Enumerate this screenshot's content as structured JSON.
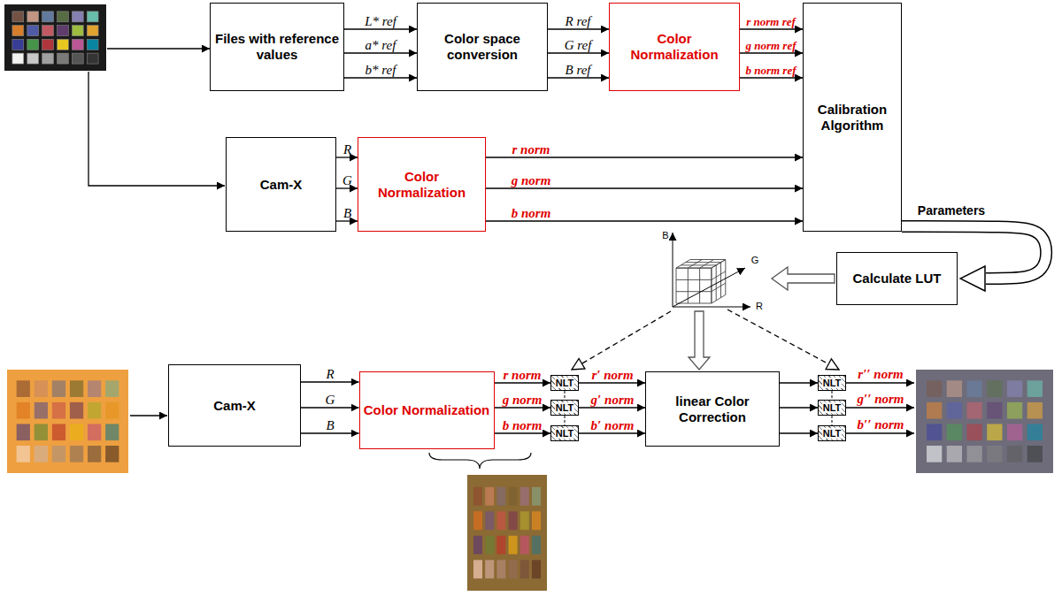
{
  "diagram": {
    "nodes": [
      {
        "text": [
          "Files with reference values"
        ]
      },
      {
        "text": [
          "Color space conversion"
        ]
      },
      {
        "text": [
          "Color Normalization"
        ]
      },
      {
        "text": [
          "Calibration Algorithm"
        ]
      },
      {
        "text": [
          "Cam-X"
        ]
      },
      {
        "text": [
          "Color Normalization"
        ]
      },
      {
        "text": [
          "Calculate LUT"
        ]
      },
      {
        "text": [
          "Cam-X"
        ]
      },
      {
        "text": [
          "Color Normalization"
        ]
      },
      {
        "text": [
          "NLT"
        ]
      },
      {
        "text": [
          "NLT"
        ]
      },
      {
        "text": [
          "NLT"
        ]
      },
      {
        "text": [
          "linear Color Correction"
        ]
      },
      {
        "text": [
          "NLT"
        ]
      },
      {
        "text": [
          "NLT"
        ]
      },
      {
        "text": [
          "NLT"
        ]
      }
    ],
    "edges": [
      {
        "from": 0,
        "to": 1,
        "arrow": "to",
        "label": "L* ref"
      },
      {
        "from": 0,
        "to": 1,
        "arrow": "to",
        "label": "a* ref"
      },
      {
        "from": 0,
        "to": 1,
        "arrow": "to",
        "label": "b* ref"
      },
      {
        "from": 1,
        "to": 2,
        "arrow": "to",
        "label": "R ref"
      },
      {
        "from": 1,
        "to": 2,
        "arrow": "to",
        "label": "G ref"
      },
      {
        "from": 1,
        "to": 2,
        "arrow": "to",
        "label": "B ref"
      },
      {
        "from": 2,
        "to": 3,
        "arrow": "to",
        "label": "r norm ref"
      },
      {
        "from": 2,
        "to": 3,
        "arrow": "to",
        "label": "g norm ref"
      },
      {
        "from": 2,
        "to": 3,
        "arrow": "to",
        "label": "b norm ref"
      },
      {
        "from": 4,
        "to": 5,
        "arrow": "to",
        "label": "R"
      },
      {
        "from": 4,
        "to": 5,
        "arrow": "to",
        "label": "G"
      },
      {
        "from": 4,
        "to": 5,
        "arrow": "to",
        "label": "B"
      },
      {
        "from": 5,
        "to": 3,
        "arrow": "to",
        "label": "r norm"
      },
      {
        "from": 5,
        "to": 3,
        "arrow": "to",
        "label": "g norm"
      },
      {
        "from": 5,
        "to": 3,
        "arrow": "to",
        "label": "b norm"
      },
      {
        "from": 3,
        "to": 6,
        "arrow": "to",
        "label": "Parameters"
      },
      {
        "from": 7,
        "to": 8,
        "arrow": "to",
        "label": "R"
      },
      {
        "from": 7,
        "to": 8,
        "arrow": "to",
        "label": "G"
      },
      {
        "from": 7,
        "to": 8,
        "arrow": "to",
        "label": "B"
      },
      {
        "from": 8,
        "to": 9,
        "arrow": "to",
        "label": "r norm"
      },
      {
        "from": 8,
        "to": 10,
        "arrow": "to",
        "label": "g norm"
      },
      {
        "from": 8,
        "to": 11,
        "arrow": "to",
        "label": "b norm"
      },
      {
        "from": 9,
        "to": 12,
        "arrow": "to",
        "label": "r′ norm"
      },
      {
        "from": 10,
        "to": 12,
        "arrow": "to",
        "label": "g′ norm"
      },
      {
        "from": 11,
        "to": 12,
        "arrow": "to",
        "label": "b′ norm"
      },
      {
        "from": 12,
        "to": 13,
        "arrow": "to"
      },
      {
        "from": 12,
        "to": 14,
        "arrow": "to"
      },
      {
        "from": 12,
        "to": 15,
        "arrow": "to"
      }
    ],
    "labels": [
      "r′′ norm",
      "g′′ norm",
      "b′′ norm",
      "B",
      "G",
      "R"
    ]
  }
}
